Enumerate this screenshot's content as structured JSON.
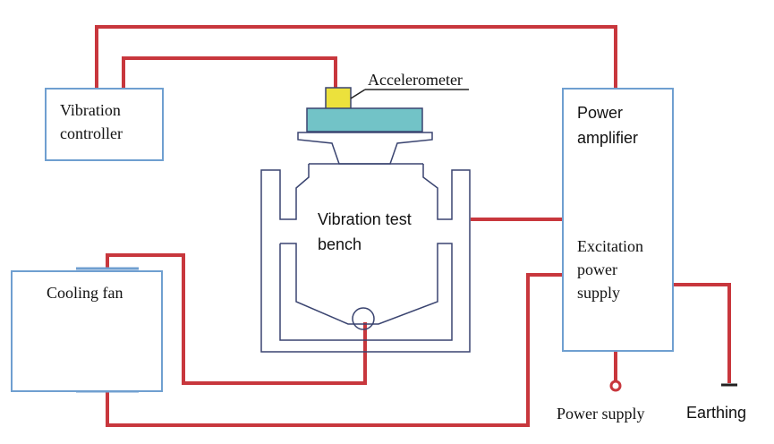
{
  "diagram": {
    "vibration_controller": {
      "line1": "Vibration",
      "line2": "controller"
    },
    "accelerometer": "Accelerometer",
    "power_amplifier": {
      "line1": "Power",
      "line2": "amplifier"
    },
    "excitation_power_supply": {
      "line1": "Excitation",
      "line2": "power",
      "line3": "supply"
    },
    "vibration_test_bench": {
      "line1": "Vibration test",
      "line2": "bench"
    },
    "cooling_fan": "Cooling fan",
    "power_supply": "Power supply",
    "earthing": "Earthing"
  },
  "colors": {
    "wire": "#c8373d",
    "box_border": "#6f9fd0",
    "bench_outline": "#3a4470",
    "accelerometer_fill": "#ece13c",
    "head_fill": "#72c3c7"
  }
}
